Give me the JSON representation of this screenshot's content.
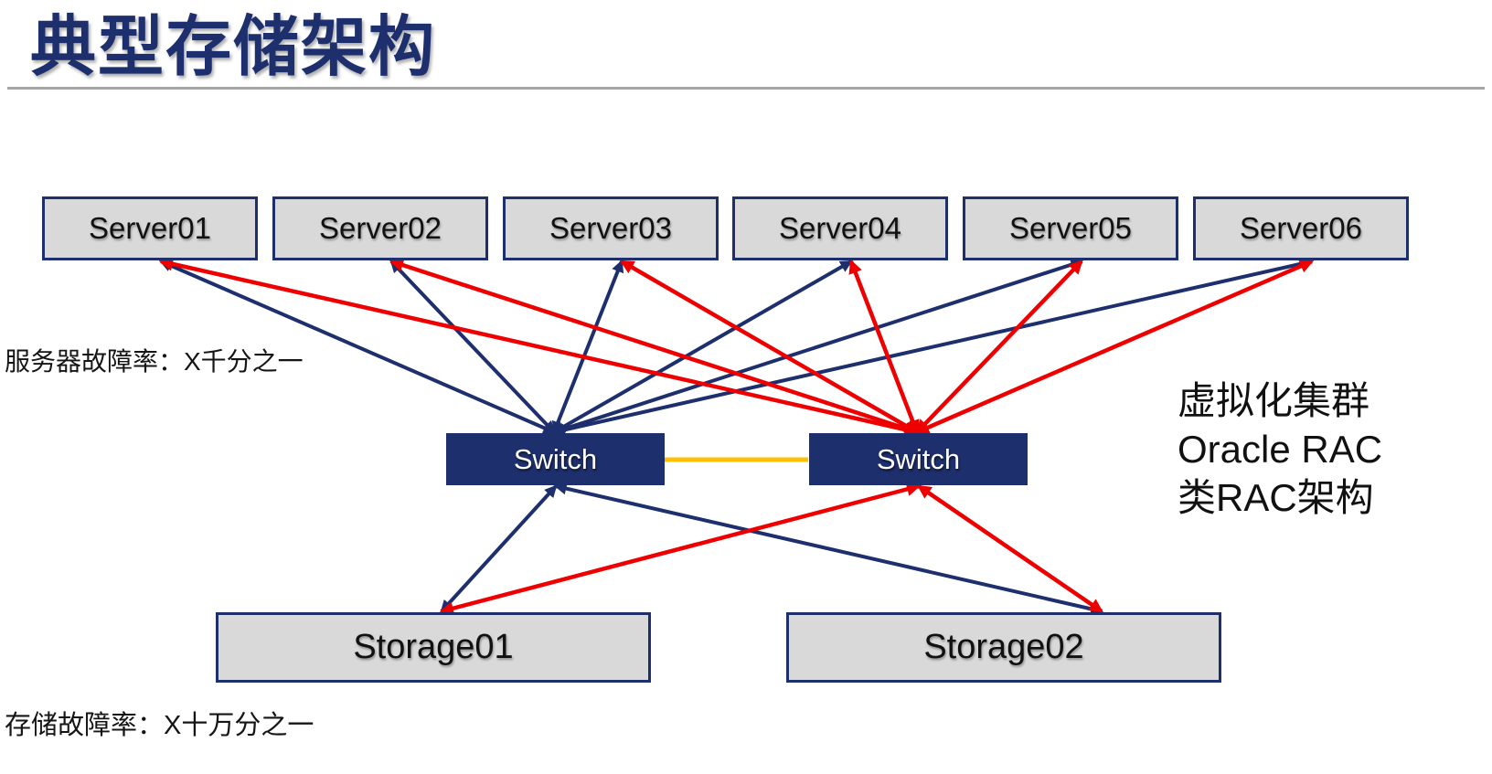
{
  "title": "典型存储架构",
  "labels": {
    "server_failure": "服务器故障率：X千分之一",
    "storage_failure": "存储故障率：X十万分之一"
  },
  "side_note": {
    "lines": [
      "虚拟化集群",
      "Oracle RAC",
      "类RAC架构"
    ]
  },
  "servers": [
    "Server01",
    "Server02",
    "Server03",
    "Server04",
    "Server05",
    "Server06"
  ],
  "switches": [
    "Switch",
    "Switch"
  ],
  "storages": [
    "Storage01",
    "Storage02"
  ],
  "colors": {
    "navy": "#1e2f6d",
    "red": "#ee0000",
    "orange": "#ffc000",
    "node_fill": "#d9d9d9",
    "divider": "#a6a6a6",
    "ink": "#1a1a1a"
  },
  "connections": [
    {
      "from": "server1",
      "to": "switch1",
      "color": "navy"
    },
    {
      "from": "server2",
      "to": "switch1",
      "color": "navy"
    },
    {
      "from": "server3",
      "to": "switch1",
      "color": "navy"
    },
    {
      "from": "server4",
      "to": "switch1",
      "color": "navy"
    },
    {
      "from": "server5",
      "to": "switch1",
      "color": "navy"
    },
    {
      "from": "server6",
      "to": "switch1",
      "color": "navy"
    },
    {
      "from": "server1",
      "to": "switch2",
      "color": "red"
    },
    {
      "from": "server2",
      "to": "switch2",
      "color": "red"
    },
    {
      "from": "server3",
      "to": "switch2",
      "color": "red"
    },
    {
      "from": "server4",
      "to": "switch2",
      "color": "red"
    },
    {
      "from": "server5",
      "to": "switch2",
      "color": "red"
    },
    {
      "from": "server6",
      "to": "switch2",
      "color": "red"
    },
    {
      "from": "switch1",
      "to": "storage1",
      "color": "navy"
    },
    {
      "from": "switch1",
      "to": "storage2",
      "color": "navy"
    },
    {
      "from": "switch2",
      "to": "storage1",
      "color": "red"
    },
    {
      "from": "switch2",
      "to": "storage2",
      "color": "red"
    },
    {
      "from": "switch1",
      "to": "switch2",
      "color": "orange"
    }
  ]
}
